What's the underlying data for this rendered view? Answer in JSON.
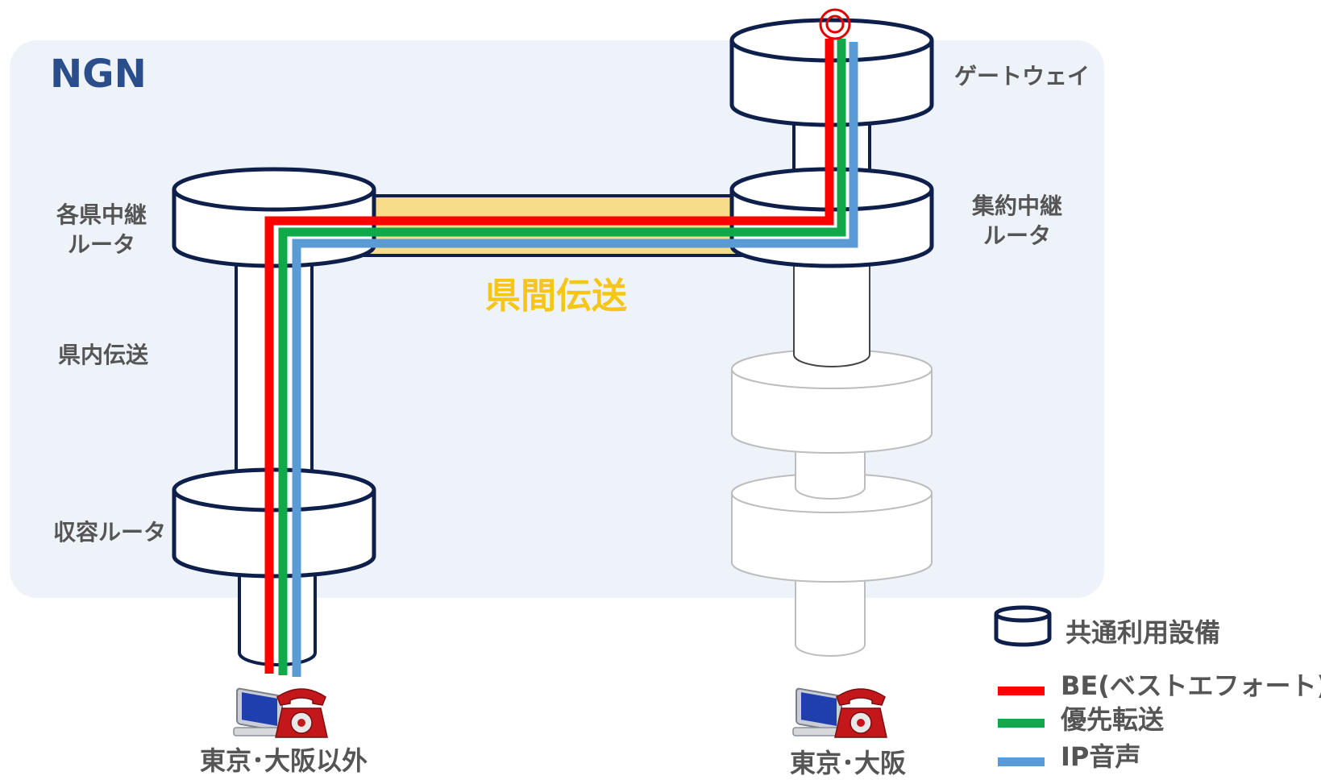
{
  "network": {
    "title": "NGN"
  },
  "labels": {
    "gateway": "ゲートウェイ",
    "aggregation_line1": "集約中継",
    "aggregation_line2": "ルータ",
    "pref_relay_line1": "各県中継",
    "pref_relay_line2": "ルータ",
    "intra_pref": "県内伝送",
    "access_router": "収容ルータ",
    "inter_pref": "県間伝送",
    "site_left": "東京･大阪以外",
    "site_right": "東京･大阪"
  },
  "legend": {
    "shared": "共通利用設備",
    "be": "BE(ベストエフォート)",
    "priority": "優先転送",
    "ip_voice": "IP音声"
  },
  "colors": {
    "ngn_bg": "#edf3f9",
    "ngn_title": "#2a4d8c",
    "outline": "#0d1f4a",
    "inter_pref": "#f5c518",
    "inter_pref_fill": "#f7dc8a",
    "be": "#ff0000",
    "priority": "#11a84a",
    "ip_voice": "#5b9bd5",
    "faded": "#bdbdbd",
    "label": "#555555"
  }
}
